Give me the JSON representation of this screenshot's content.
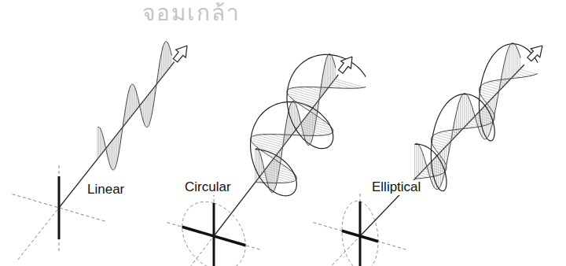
{
  "diagram": {
    "labels": [
      "จอมเกล้า",
      "Linear",
      "Circular",
      "Elliptical"
    ]
  }
}
